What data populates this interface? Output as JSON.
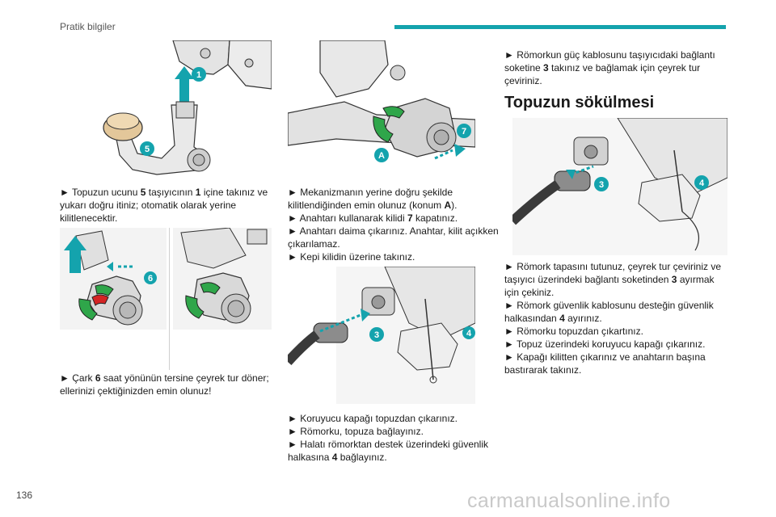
{
  "header": {
    "title": "Pratik bilgiler",
    "accent_color": "#14a3ad"
  },
  "page_number": "136",
  "watermark": "carmanualsonline.info",
  "col1": {
    "fig1": {
      "labels": [
        "1",
        "5"
      ]
    },
    "para1": {
      "arrow": "►",
      "before1": " Topuzun ucunu ",
      "num1": "5",
      "mid1": " taşıyıcının ",
      "num2": "1",
      "after1": " içine takınız ve yukarı doğru itiniz; otomatik olarak yerine kilitlenecektir."
    },
    "fig2": {
      "labels": [
        "6"
      ]
    },
    "para2": {
      "arrow": "►",
      "before": " Çark ",
      "num": "6",
      "after": " saat yönünün tersine çeyrek tur döner; ellerinizi çektiğinizden emin olunuz!"
    }
  },
  "col2": {
    "fig1": {
      "labels": [
        "7",
        "A"
      ]
    },
    "items1": [
      {
        "arrow": "►",
        "before": " Mekanizmanın yerine doğru şekilde kilitlendiğinden emin olunuz (konum ",
        "bold": "A",
        "after": ")."
      },
      {
        "arrow": "►",
        "before": " Anahtarı kullanarak kilidi ",
        "bold": "7",
        "after": " kapatınız."
      },
      {
        "arrow": "►",
        "before": " Anahtarı daima çıkarınız. Anahtar, kilit açıkken çıkarılamaz.",
        "bold": "",
        "after": ""
      },
      {
        "arrow": "►",
        "before": " Kepi kilidin üzerine takınız.",
        "bold": "",
        "after": ""
      }
    ],
    "fig2": {
      "labels": [
        "3",
        "4"
      ]
    },
    "items2": [
      {
        "arrow": "►",
        "before": " Koruyucu kapağı topuzdan çıkarınız.",
        "bold": "",
        "after": ""
      },
      {
        "arrow": "►",
        "before": " Römorku, topuza bağlayınız.",
        "bold": "",
        "after": ""
      },
      {
        "arrow": "►",
        "before": " Halatı römorktan destek üzerindeki güvenlik halkasına ",
        "bold": "4",
        "after": " bağlayınız."
      }
    ]
  },
  "col3": {
    "intro": {
      "arrow": "►",
      "before": " Römorkun güç kablosunu taşıyıcıdaki bağlantı soketine ",
      "bold": "3",
      "after": " takınız ve bağlamak için çeyrek tur çeviriniz."
    },
    "heading": "Topuzun sökülmesi",
    "fig": {
      "labels": [
        "3",
        "4"
      ]
    },
    "items": [
      {
        "arrow": "►",
        "before": " Römork tapasını tutunuz, çeyrek tur çeviriniz ve taşıyıcı üzerindeki bağlantı soketinden ",
        "bold": "3",
        "after": " ayırmak için çekiniz."
      },
      {
        "arrow": "►",
        "before": " Römork güvenlik kablosunu desteğin güvenlik halkasından ",
        "bold": "4",
        "after": " ayırınız."
      },
      {
        "arrow": "►",
        "before": " Römorku topuzdan çıkartınız.",
        "bold": "",
        "after": ""
      },
      {
        "arrow": "►",
        "before": " Topuz üzerindeki koruyucu kapağı çıkarınız.",
        "bold": "",
        "after": ""
      },
      {
        "arrow": "►",
        "before": " Kapağı kilitten çıkarınız ve anahtarın başına bastırarak takınız.",
        "bold": "",
        "after": ""
      }
    ]
  }
}
